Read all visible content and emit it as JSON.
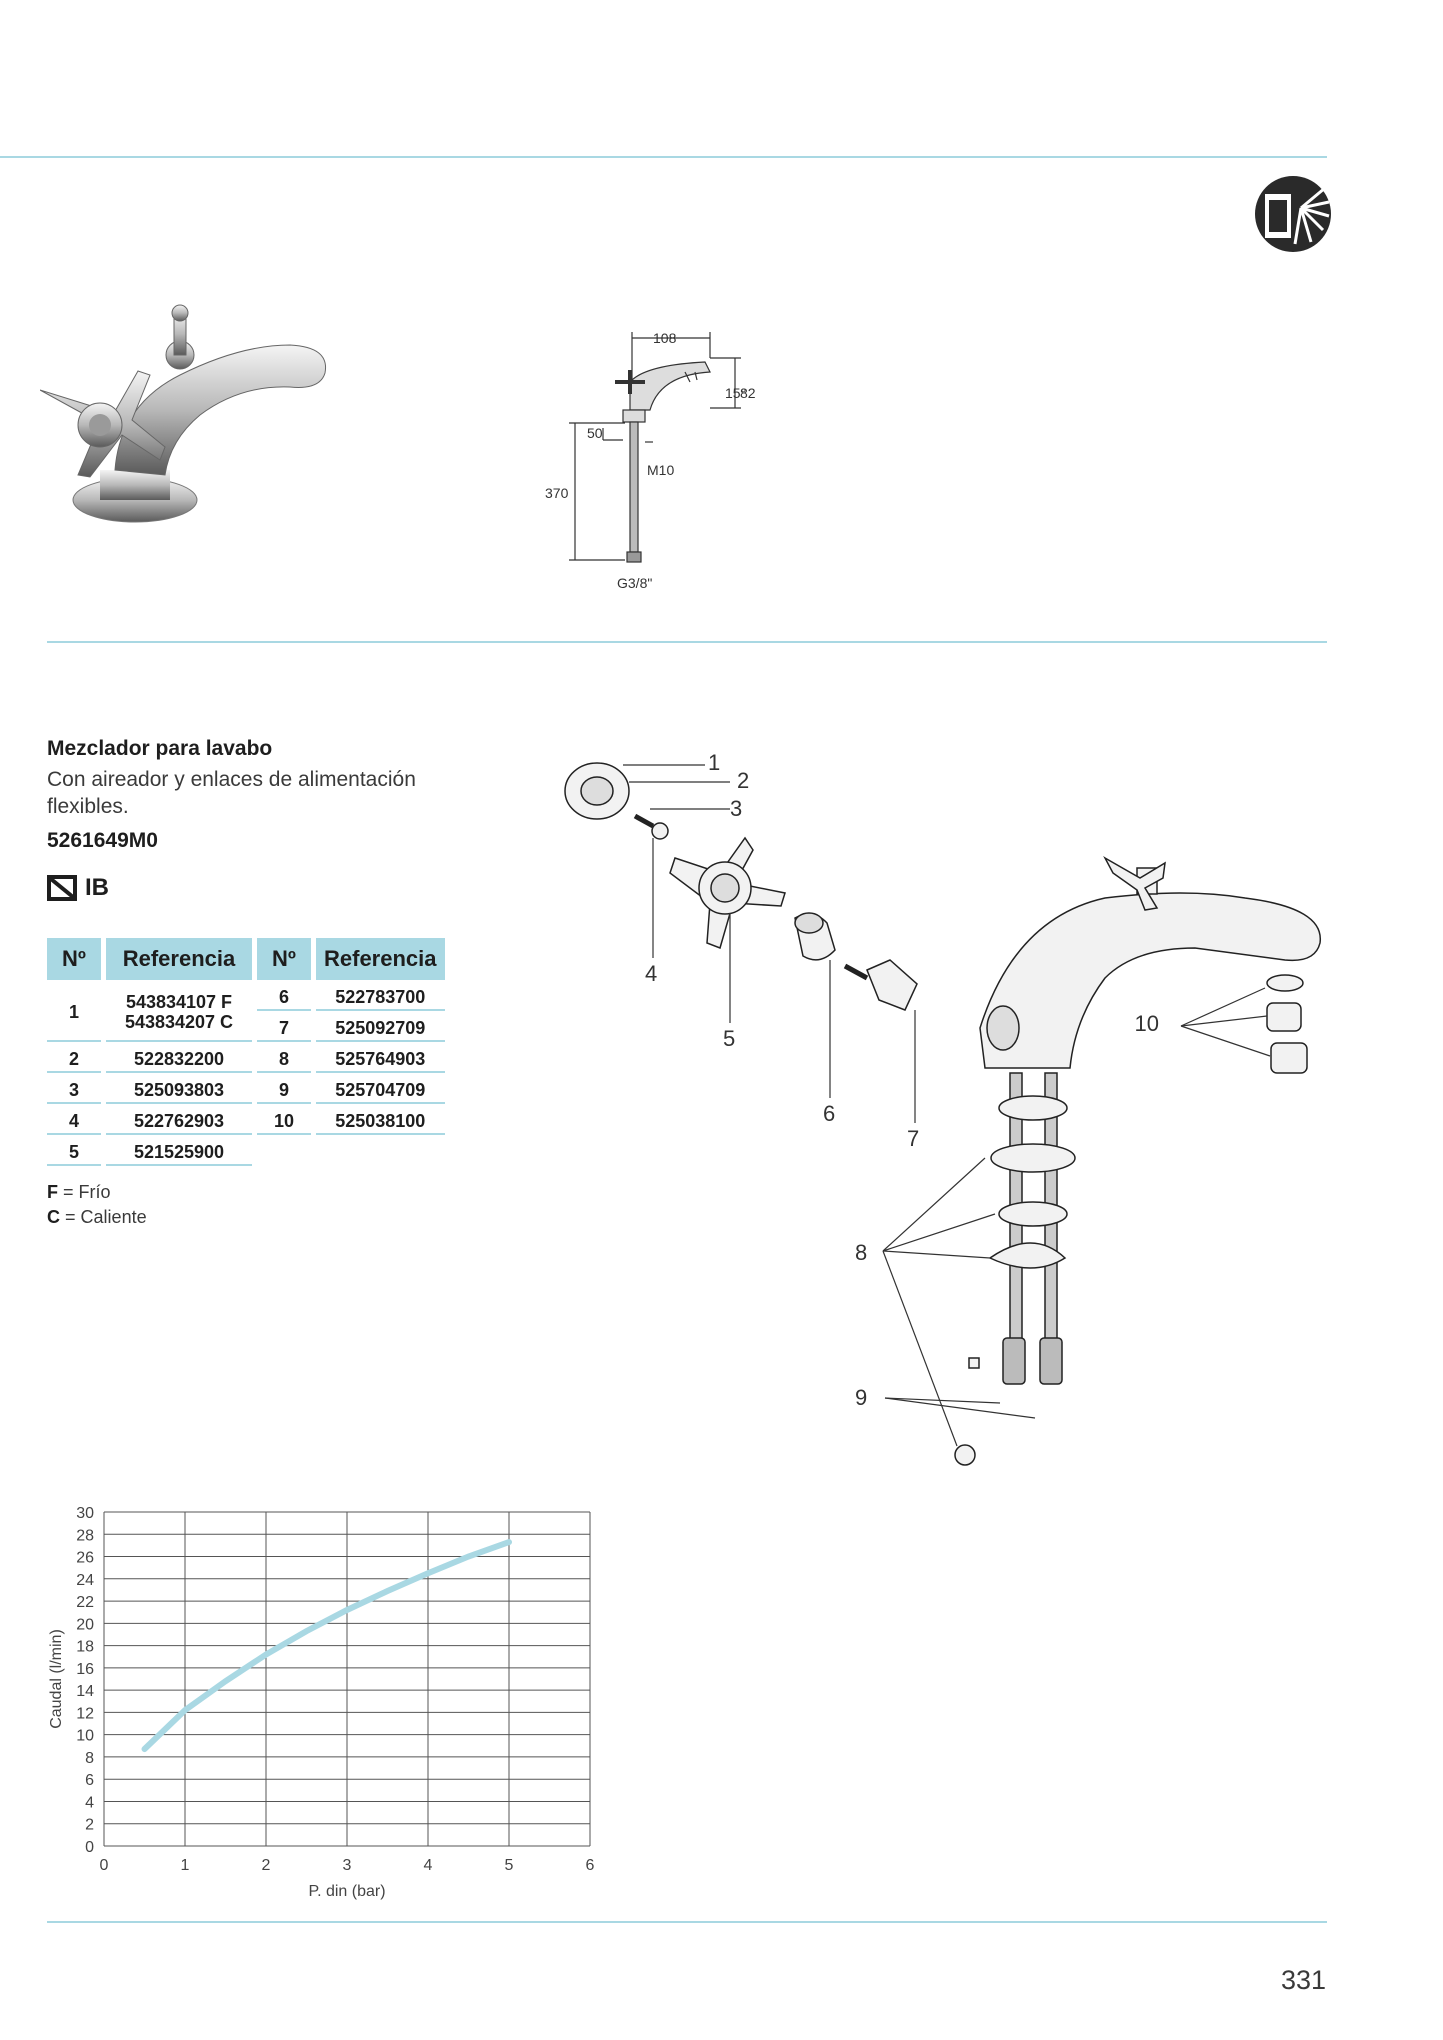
{
  "product": {
    "title": "Mezclador para lavabo",
    "description": "Con aireador y enlaces de alimentación flexibles.",
    "code": "5261649M0",
    "certification": "IB"
  },
  "dimensions": {
    "width": "108",
    "height": "82",
    "angle": "15°",
    "base": "50",
    "hose_length": "370",
    "thread": "M10",
    "connection": "G3/8\""
  },
  "parts_table": {
    "headers": [
      "Nº",
      "Referencia",
      "Nº",
      "Referencia"
    ],
    "left": [
      {
        "n": "1",
        "ref": "543834107 F",
        "ref2": "543834207 C"
      },
      {
        "n": "2",
        "ref": "522832200"
      },
      {
        "n": "3",
        "ref": "525093803"
      },
      {
        "n": "4",
        "ref": "522762903"
      },
      {
        "n": "5",
        "ref": "521525900"
      }
    ],
    "right": [
      {
        "n": "6",
        "ref": "522783700"
      },
      {
        "n": "7",
        "ref": "525092709"
      },
      {
        "n": "8",
        "ref": "525764903"
      },
      {
        "n": "9",
        "ref": "525704709"
      },
      {
        "n": "10",
        "ref": "525038100"
      }
    ]
  },
  "legend": [
    {
      "key": "F",
      "sep": "=",
      "label": "Frío"
    },
    {
      "key": "C",
      "sep": "=",
      "label": "Caliente"
    }
  ],
  "exploded_labels": [
    "1",
    "2",
    "3",
    "4",
    "5",
    "6",
    "7",
    "8",
    "9",
    "10"
  ],
  "chart_data": {
    "type": "line",
    "xlabel": "P. din (bar)",
    "ylabel": "Caudal (l/min)",
    "xlim": [
      0,
      6
    ],
    "ylim": [
      0,
      30
    ],
    "xticks": [
      0,
      1,
      2,
      3,
      4,
      5,
      6
    ],
    "yticks": [
      0,
      2,
      4,
      6,
      8,
      10,
      12,
      14,
      16,
      18,
      20,
      22,
      24,
      26,
      28,
      30
    ],
    "grid": true,
    "series": [
      {
        "x": [
          0.5,
          1,
          1.5,
          2,
          2.5,
          3,
          3.5,
          4,
          4.5,
          5
        ],
        "y": [
          8.7,
          12.2,
          14.8,
          17.2,
          19.3,
          21.2,
          22.9,
          24.5,
          26.0,
          27.3
        ]
      }
    ],
    "colors": {
      "curve": "#a9d8e3",
      "grid": "#555555"
    }
  },
  "page_number": "331"
}
